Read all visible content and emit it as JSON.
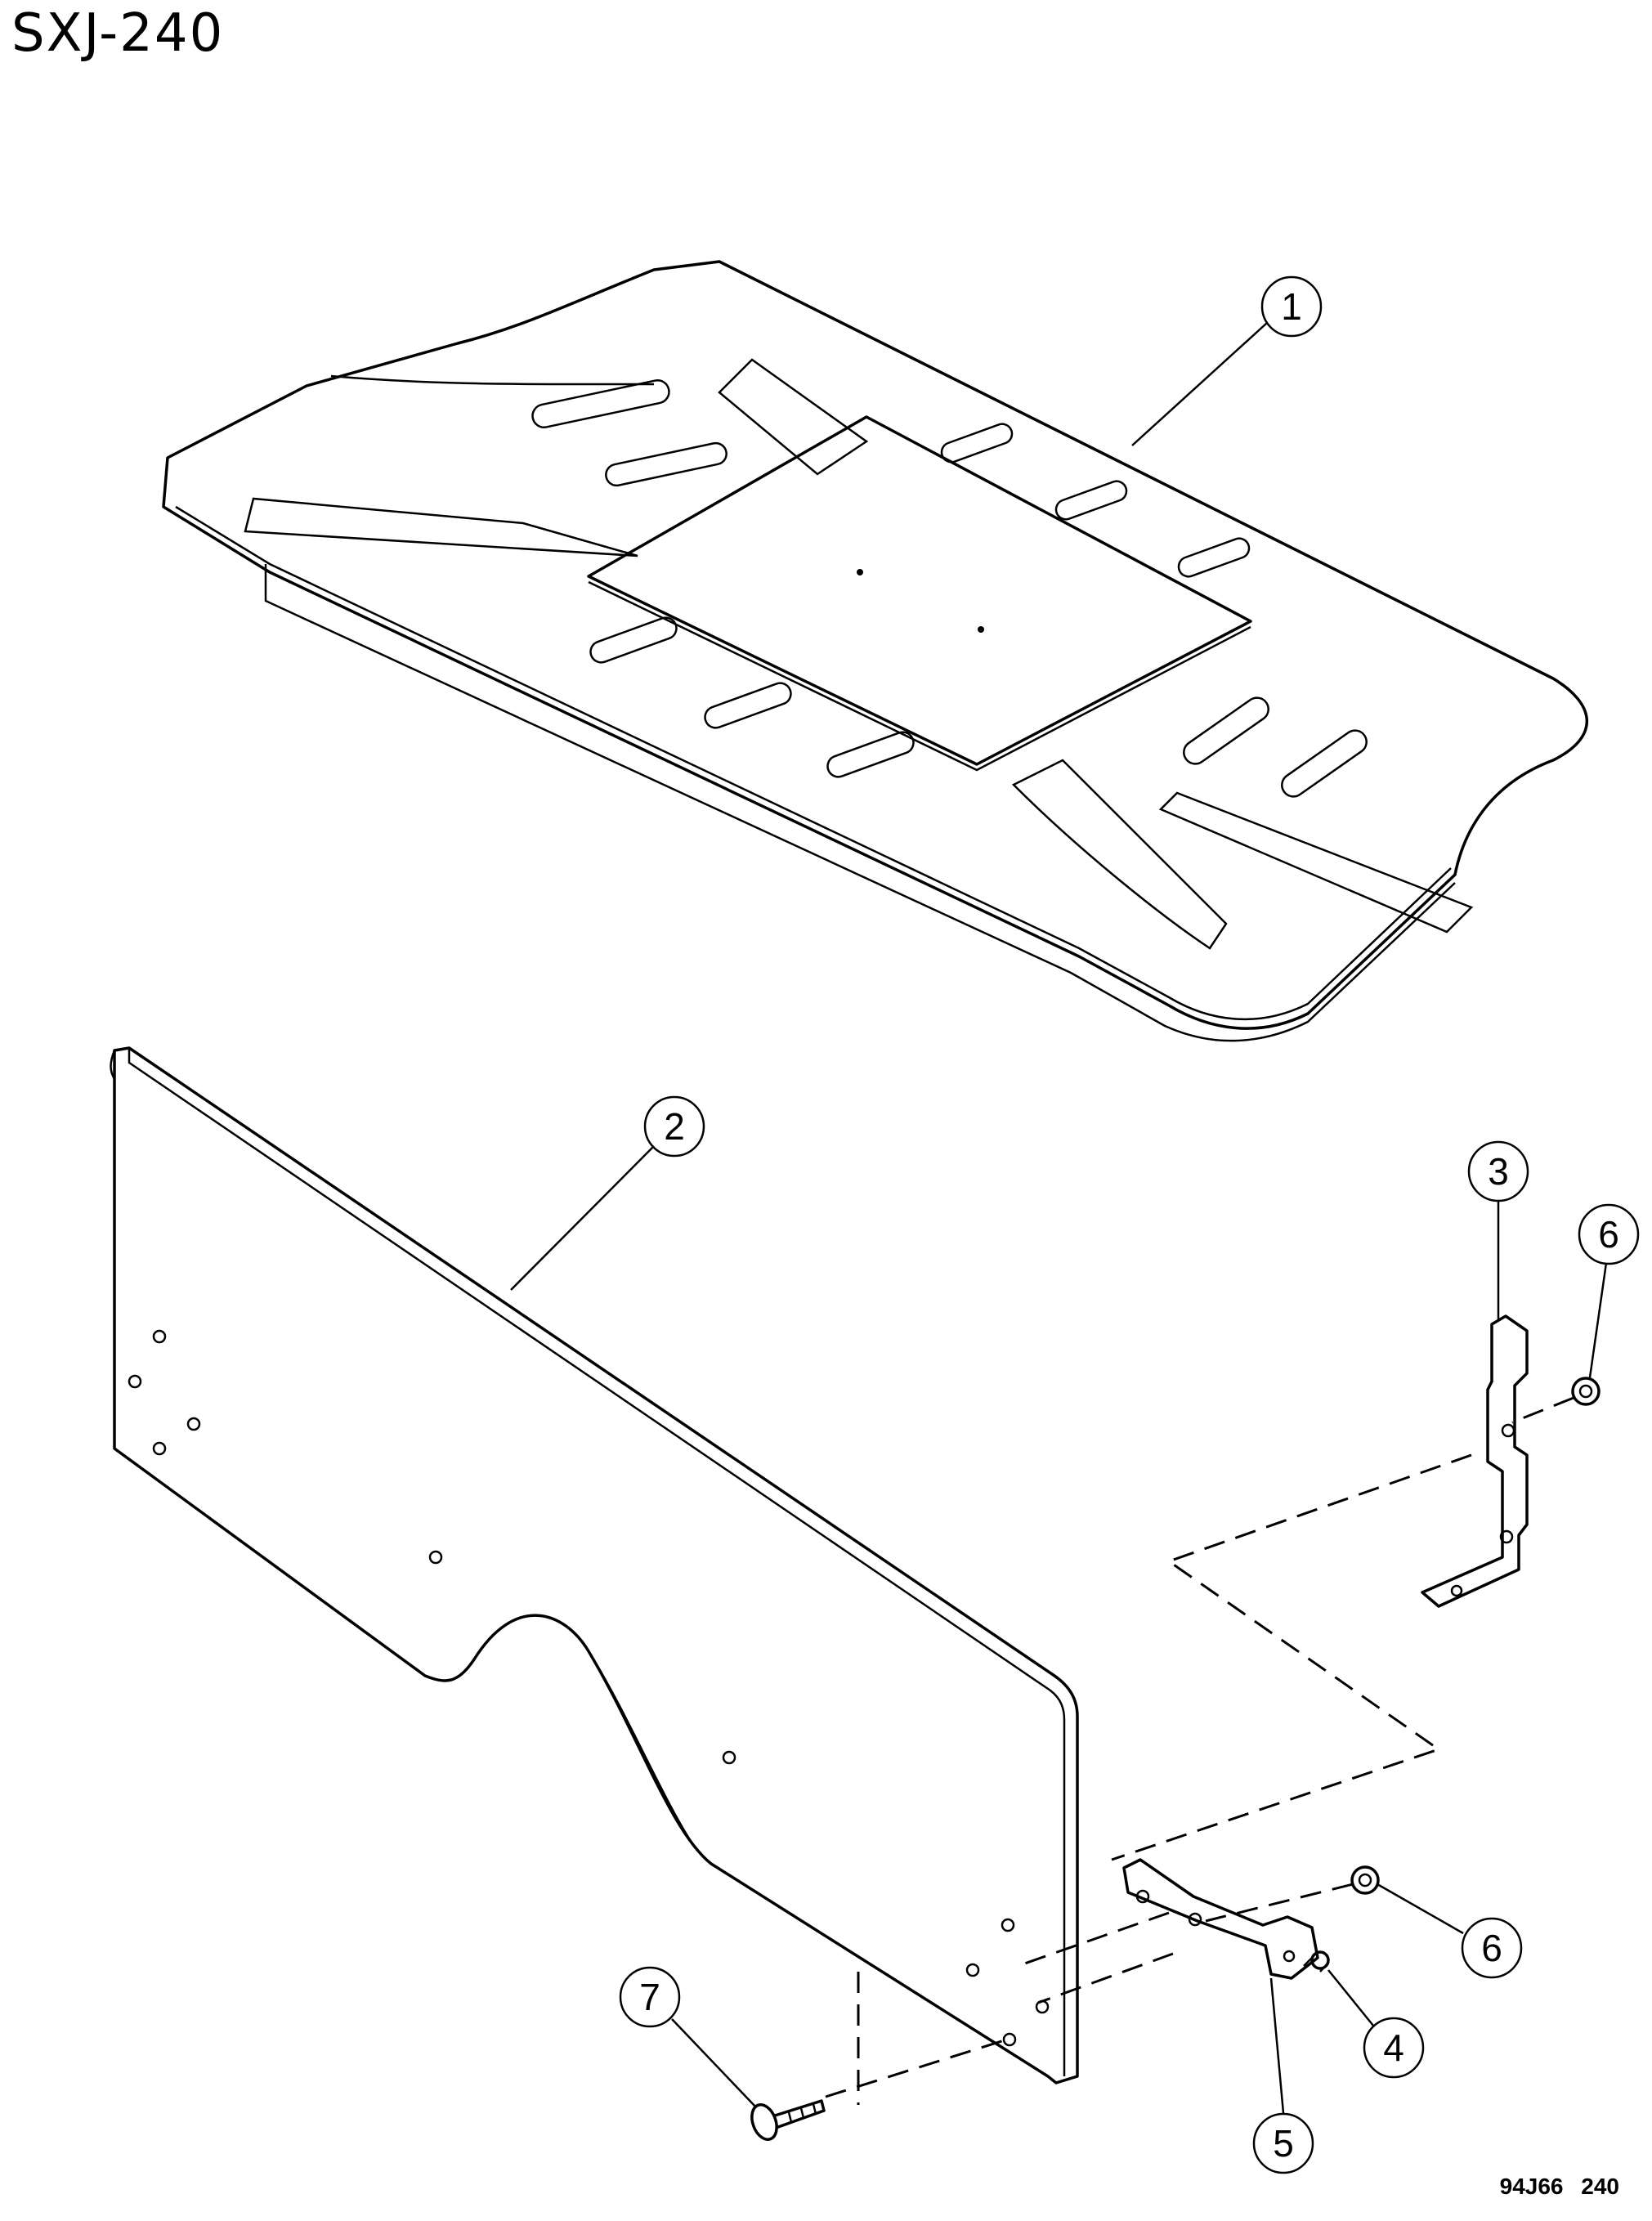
{
  "header": {
    "diagram_id": "SXJ-240"
  },
  "footer": {
    "doc_code": "94J66 240"
  },
  "callouts": [
    {
      "num": "1"
    },
    {
      "num": "2"
    },
    {
      "num": "3"
    },
    {
      "num": "6"
    },
    {
      "num": "6"
    },
    {
      "num": "4"
    },
    {
      "num": "5"
    },
    {
      "num": "7"
    }
  ]
}
